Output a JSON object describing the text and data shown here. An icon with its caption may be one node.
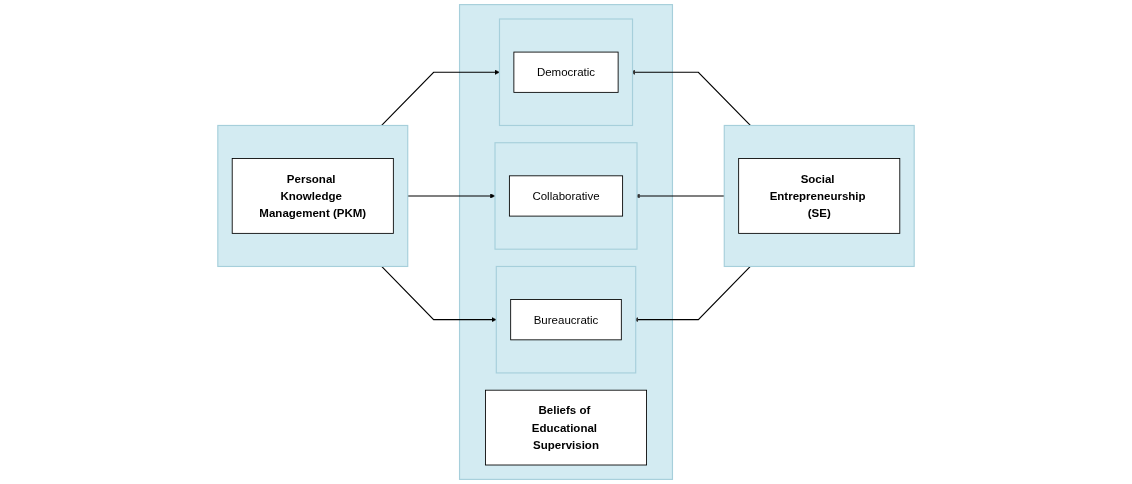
{
  "diagram": {
    "nodes": [
      {
        "text": [],
        "shape": "box"
      },
      {
        "text": [
          "Personal Knowledge Management (PKM)"
        ],
        "in": 0
      },
      {
        "text": [],
        "shape": "box"
      },
      {
        "text": [
          "Beliefs of Educational Supervision"
        ],
        "in": 2
      },
      {
        "text": [],
        "shape": "box",
        "in": 2
      },
      {
        "text": [
          "Democratic"
        ],
        "in": 4
      },
      {
        "text": [],
        "shape": "box",
        "in": 2
      },
      {
        "text": [
          "Collaborative"
        ],
        "in": 6
      },
      {
        "text": [],
        "shape": "box",
        "in": 2
      },
      {
        "text": [
          "Bureaucratic"
        ],
        "in": 8
      },
      {
        "text": [],
        "shape": "box"
      },
      {
        "text": [
          "Social Entrepreneurship (SE)"
        ],
        "in": 10
      }
    ],
    "edges": [
      {
        "from": 0,
        "to": 4,
        "arrow": "to"
      },
      {
        "from": 0,
        "to": 6,
        "arrow": "to"
      },
      {
        "from": 0,
        "to": 8,
        "arrow": "to"
      },
      {
        "from": 10,
        "to": 4,
        "arrow": "to"
      },
      {
        "from": 10,
        "to": 6,
        "arrow": "to"
      },
      {
        "from": 10,
        "to": 8,
        "arrow": "to"
      }
    ]
  }
}
